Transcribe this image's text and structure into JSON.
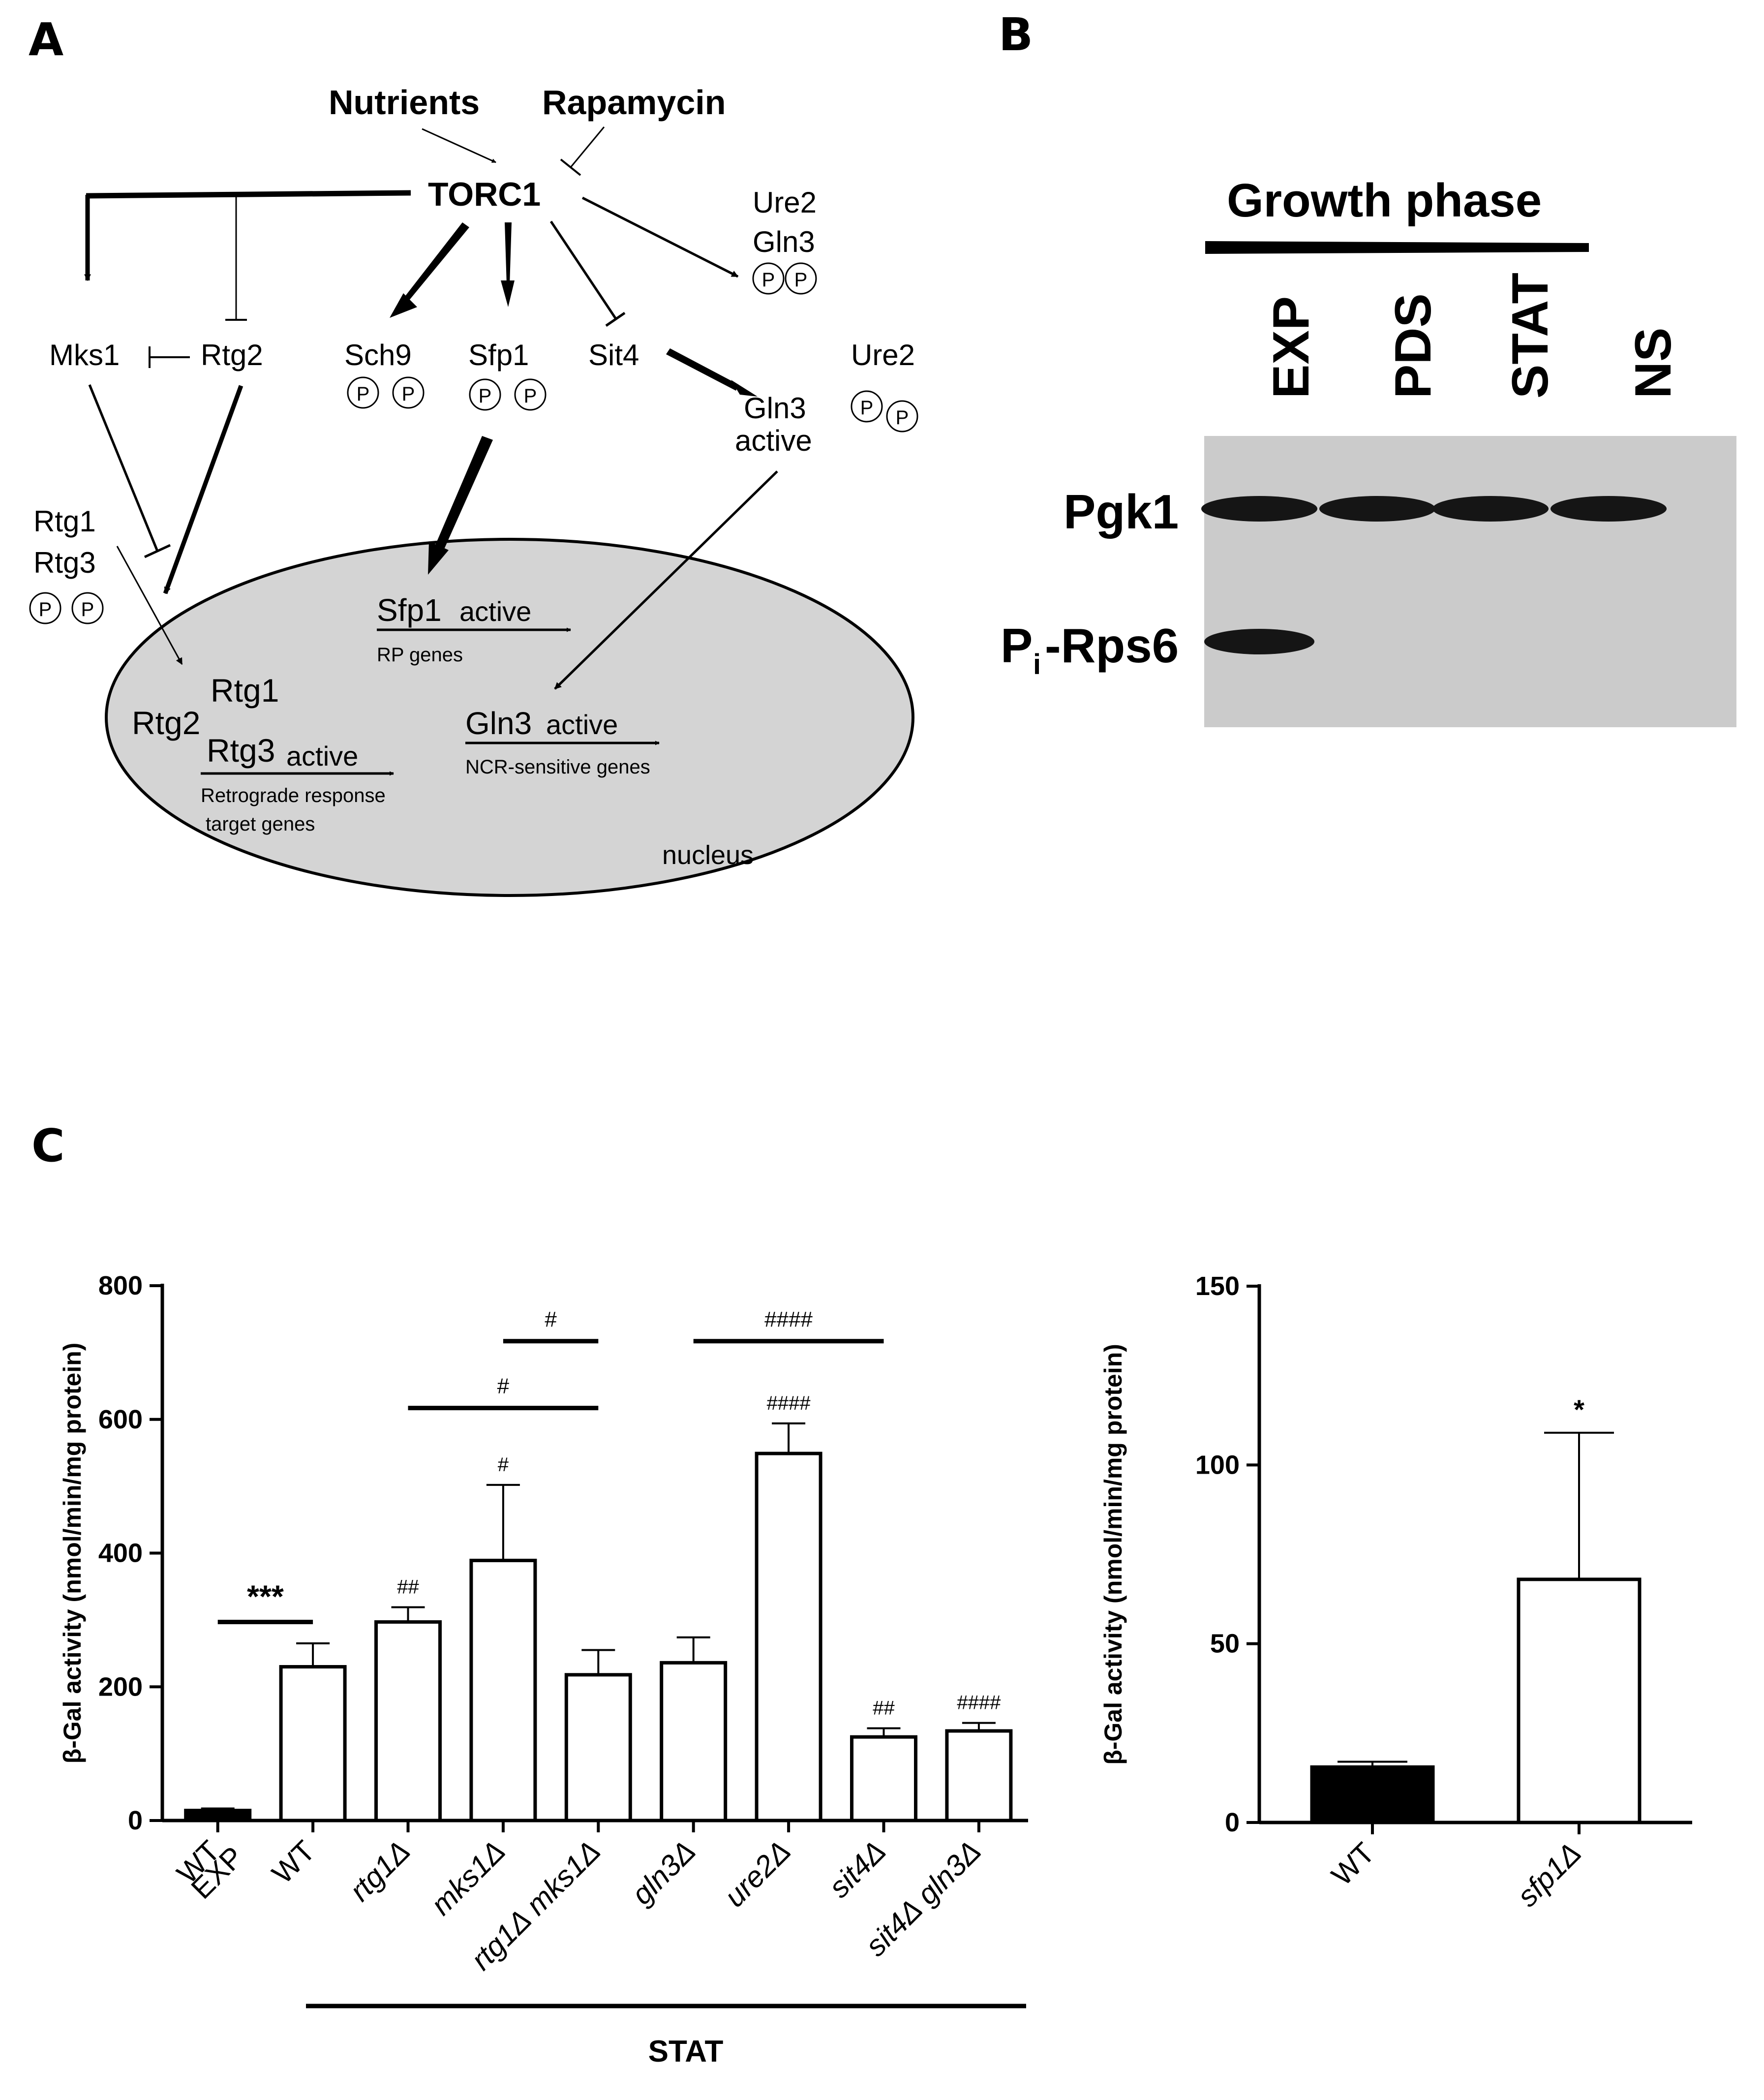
{
  "panels": {
    "a": {
      "letter": "A",
      "inputs": {
        "nutrients": "Nutrients",
        "rapamycin": "Rapamycin"
      },
      "hub": "TORC1",
      "nodes": {
        "mks1": "Mks1",
        "rtg2": "Rtg2",
        "sch9": "Sch9",
        "sfp1": "Sfp1",
        "sit4": "Sit4",
        "ure2_top": "Ure2",
        "gln3_top": "Gln3",
        "ure2_right": "Ure2",
        "gln3_active_1": "Gln3",
        "gln3_active_2": "active",
        "rtg1_left": "Rtg1",
        "rtg3_left": "Rtg3"
      },
      "phospho": "P",
      "nucleus": {
        "label": "nucleus",
        "sfp1_active": "Sfp1",
        "sfp1_active_suffix": "active",
        "rp_genes": "RP genes",
        "rtg2": "Rtg2",
        "rtg1": "Rtg1",
        "rtg3": "Rtg3",
        "rtg3_suffix": "active",
        "retro_1": "Retrograde response",
        "retro_2": "target genes",
        "gln3": "Gln3",
        "gln3_suffix": "active",
        "ncr_genes": "NCR-sensitive genes"
      }
    },
    "b": {
      "letter": "B",
      "title": "Growth phase",
      "lanes": [
        "EXP",
        "PDS",
        "STAT",
        "NS"
      ],
      "rows": [
        "Pgk1",
        "P",
        "i",
        "-Rps6"
      ],
      "pgk1_present": [
        1,
        1,
        1,
        1
      ],
      "rps6_present": [
        1,
        0,
        0,
        0
      ]
    },
    "c": {
      "letter": "C",
      "group_label": "STAT"
    }
  },
  "chart_data": [
    {
      "type": "bar",
      "ylabel": "β-Gal activity (nmol/min/mg protein)",
      "ylim": [
        0,
        800
      ],
      "yticks": [
        "0",
        "200",
        "400",
        "600",
        "800"
      ],
      "categories": [
        {
          "l1": "WT",
          "l2": "EXP"
        },
        {
          "l1": "WT",
          "l2": ""
        },
        {
          "l1": "rtg1Δ",
          "l2": ""
        },
        {
          "l1": "mks1Δ",
          "l2": ""
        },
        {
          "l1": "rtg1Δ mks1Δ",
          "l2": ""
        },
        {
          "l1": "gln3Δ",
          "l2": ""
        },
        {
          "l1": "ure2Δ",
          "l2": ""
        },
        {
          "l1": "sit4Δ",
          "l2": ""
        },
        {
          "l1": "sit4Δ gln3Δ",
          "l2": ""
        }
      ],
      "values": [
        15,
        230,
        297,
        389,
        218,
        236,
        549,
        125,
        134
      ],
      "errors": [
        3,
        35,
        22,
        113,
        37,
        38,
        45,
        13,
        12
      ],
      "filled": [
        true,
        false,
        false,
        false,
        false,
        false,
        false,
        false,
        false
      ],
      "bar_marks": [
        "",
        "",
        "##",
        "#",
        "",
        "",
        "####",
        "##",
        "####"
      ],
      "brackets": [
        {
          "from": 0,
          "to": 1,
          "label": "***",
          "y": 297
        },
        {
          "from": 2,
          "to": 4,
          "label": "#",
          "y": 617
        },
        {
          "from": 3,
          "to": 4,
          "label": "#",
          "y": 717
        },
        {
          "from": 5,
          "to": 7,
          "label": "####",
          "y": 717
        }
      ]
    },
    {
      "type": "bar",
      "ylabel": "β-Gal activity (nmol/min/mg protein)",
      "ylim": [
        0,
        150
      ],
      "yticks": [
        "0",
        "50",
        "100",
        "150"
      ],
      "categories": [
        {
          "l1": "WT",
          "l2": ""
        },
        {
          "l1": "sfp1Δ",
          "l2": ""
        }
      ],
      "values": [
        15.5,
        68
      ],
      "errors": [
        1.5,
        41
      ],
      "filled": [
        true,
        false
      ],
      "bar_marks": [
        "",
        "*"
      ]
    }
  ]
}
